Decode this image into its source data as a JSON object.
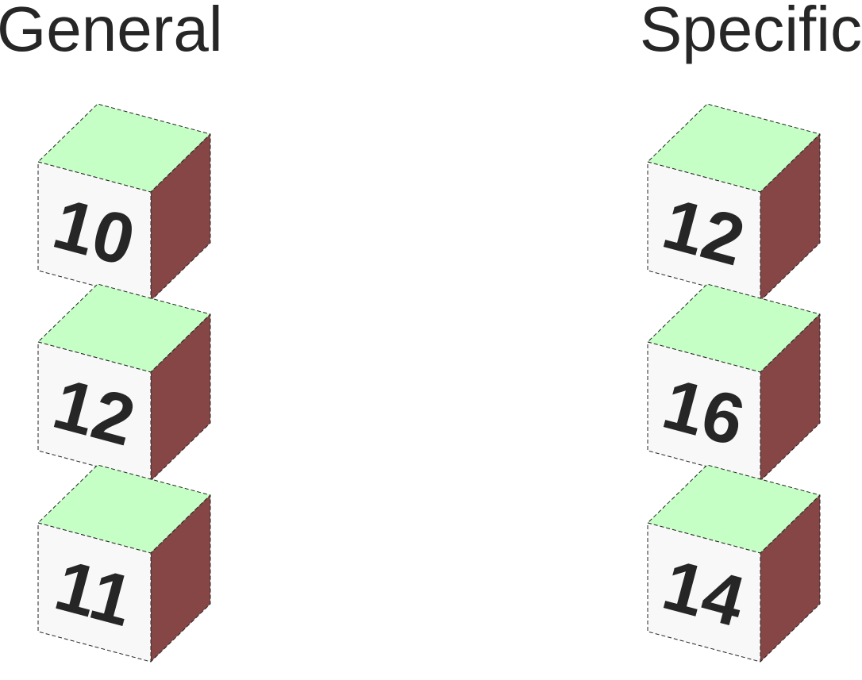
{
  "headings": {
    "left": "General",
    "right": "Specific"
  },
  "columns": [
    {
      "name": "General",
      "cubes": [
        "10",
        "12",
        "11"
      ]
    },
    {
      "name": "Specific",
      "cubes": [
        "12",
        "16",
        "14"
      ]
    }
  ],
  "colors": {
    "top_face": "#c6ffc6",
    "front_face": "#f8f8f8",
    "side_face": "#864646",
    "text": "#262626",
    "background": "#ffffff"
  }
}
